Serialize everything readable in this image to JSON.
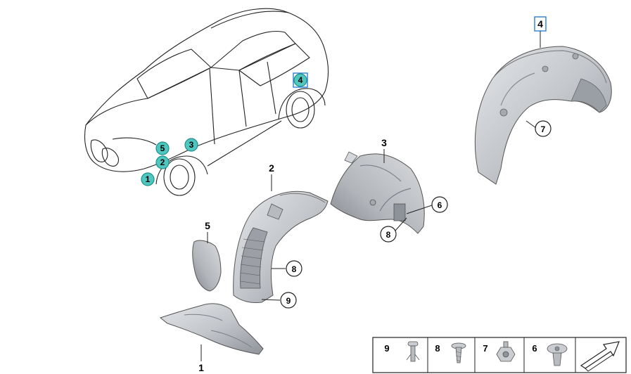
{
  "colors": {
    "hotspot": "#4fc7c0",
    "hotspot_stroke": "#1f8f89",
    "highlight_square": "#2a7fd4",
    "part_fill": "#c9ccd1",
    "part_dark": "#9a9ea5",
    "line": "#222222"
  },
  "car_hotspots": [
    "1",
    "2",
    "5",
    "3",
    "4"
  ],
  "part_numbers": {
    "p1": "1",
    "p2": "2",
    "p3": "3",
    "p4": "4",
    "p5": "5"
  },
  "circled_callouts": {
    "c6": "6",
    "c7": "7",
    "c8a": "8",
    "c8b": "8",
    "c9": "9"
  },
  "legend": [
    {
      "num": "9",
      "item": "clip-icon"
    },
    {
      "num": "8",
      "item": "screw-icon"
    },
    {
      "num": "7",
      "item": "nut-icon"
    },
    {
      "num": "6",
      "item": "expanding-rivet-icon"
    },
    {
      "num": "",
      "item": "direction-arrow-icon"
    }
  ]
}
